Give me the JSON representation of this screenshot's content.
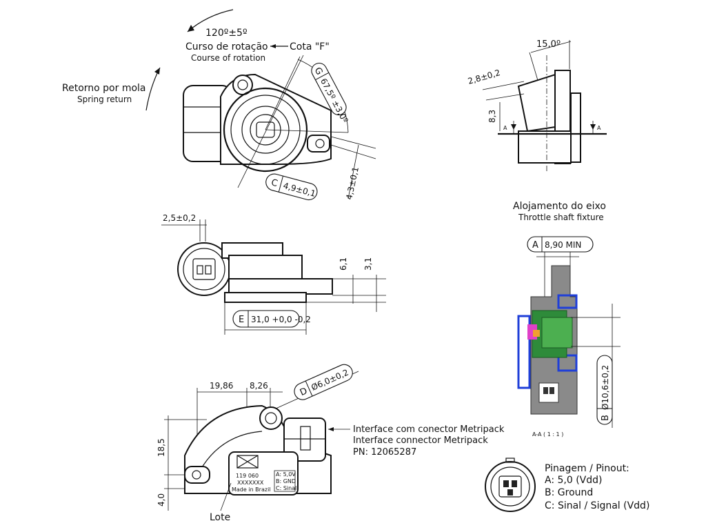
{
  "rotation": {
    "angle": "120º±5º",
    "title_pt": "Curso de rotação",
    "title_en": "Course of rotation",
    "cota_f": "Cota \"F\""
  },
  "spring": {
    "title_pt": "Retorno por mola",
    "title_en": "Spring return"
  },
  "top_view_dims": {
    "g_label": "G",
    "g_value": "67,5º ±3,0º",
    "c_label": "C",
    "c_value": "4,9±0,1",
    "h_value": "4,3±0,1"
  },
  "side_view_dims": {
    "angle": "15,0º",
    "d1": "2,8±0,2",
    "d2": "8,3",
    "section_a": "A"
  },
  "front_view_dims": {
    "d_top": "2,5±0,2",
    "h1": "6,1",
    "h2": "3,1",
    "e_label": "E",
    "e_value": "31,0 +0,0 -0,2"
  },
  "shaft": {
    "title_pt": "Alojamento do eixo",
    "title_en": "Throttle shaft fixture",
    "a_label": "A",
    "a_value": "8,90 MIN",
    "b_label": "B",
    "b_value": "Ø10,6±0,2",
    "section": "A-A ( 1 : 1 )"
  },
  "bottom_view_dims": {
    "w1": "19,86",
    "w2": "8,26",
    "d_label": "D",
    "d_value": "Ø6,0±0,2",
    "h1": "18,5",
    "h2": "4,0",
    "lote": "Lote",
    "part_no": "119 060",
    "serial": "XXXXXXX",
    "made_in": "Made in Brazil",
    "pin_a": "A: 5,0V",
    "pin_b": "B: GND",
    "pin_c": "C: Sinal"
  },
  "connector": {
    "line1": "Interface com conector Metripack",
    "line2": "Interface connector Metripack",
    "line3": "PN: 12065287"
  },
  "pinout": {
    "title": "Pinagem / Pinout:",
    "a": "A: 5,0 (Vdd)",
    "b": "B: Ground",
    "c": "C: Sinal / Signal (Vdd)"
  }
}
